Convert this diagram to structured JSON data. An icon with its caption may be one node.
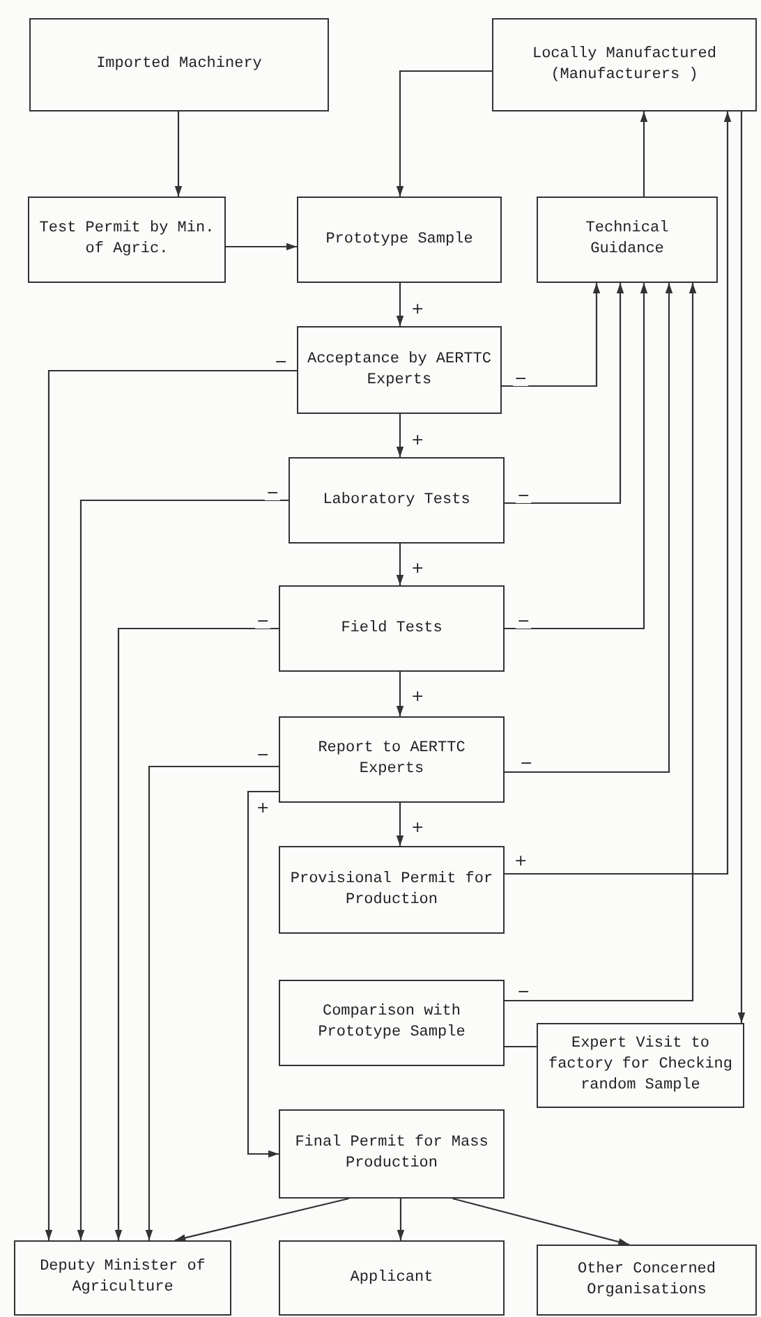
{
  "diagram": {
    "nodes": [
      {
        "text": [
          "Imported Machinery"
        ]
      },
      {
        "text": [
          "Locally Manufactured (Manufacturers )"
        ]
      },
      {
        "text": [
          "Test Permit by Min. of Agric."
        ]
      },
      {
        "text": [
          "Prototype Sample"
        ]
      },
      {
        "text": [
          "Technical Guidance"
        ]
      },
      {
        "text": [
          "Acceptance by AERTTC Experts"
        ]
      },
      {
        "text": [
          "Laboratory Tests"
        ]
      },
      {
        "text": [
          "Field Tests"
        ]
      },
      {
        "text": [
          "Report to AERTTC Experts"
        ]
      },
      {
        "text": [
          "Provisional Permit for Production"
        ]
      },
      {
        "text": [
          "Comparison with Prototype Sample"
        ]
      },
      {
        "text": [
          "Expert Visit to factory for Checking random Sample"
        ]
      },
      {
        "text": [
          "Final Permit for Mass Production"
        ]
      },
      {
        "text": [
          "Deputy Minister of Agriculture"
        ]
      },
      {
        "text": [
          "Applicant"
        ]
      },
      {
        "text": [
          "Other Concerned Organisations"
        ]
      }
    ],
    "edges": [
      {
        "from": 0,
        "to": 2,
        "arrow": "to"
      },
      {
        "from": 1,
        "to": 3,
        "arrow": "to"
      },
      {
        "from": 2,
        "to": 3,
        "arrow": "to"
      },
      {
        "from": 4,
        "to": 1,
        "arrow": "to"
      },
      {
        "from": 3,
        "to": 5,
        "arrow": "to",
        "label": "+"
      },
      {
        "from": 5,
        "to": 13,
        "arrow": "to",
        "label": "−"
      },
      {
        "from": 5,
        "to": 4,
        "arrow": "to",
        "label": "−"
      },
      {
        "from": 5,
        "to": 6,
        "arrow": "to",
        "label": "+"
      },
      {
        "from": 6,
        "to": 13,
        "arrow": "to",
        "label": "−"
      },
      {
        "from": 6,
        "to": 4,
        "arrow": "to",
        "label": "−"
      },
      {
        "from": 6,
        "to": 7,
        "arrow": "to",
        "label": "+"
      },
      {
        "from": 7,
        "to": 13,
        "arrow": "to",
        "label": "−"
      },
      {
        "from": 7,
        "to": 4,
        "arrow": "to",
        "label": "−"
      },
      {
        "from": 7,
        "to": 8,
        "arrow": "to",
        "label": "+"
      },
      {
        "from": 8,
        "to": 13,
        "arrow": "to",
        "label": "−"
      },
      {
        "from": 8,
        "to": 4,
        "arrow": "to",
        "label": "−"
      },
      {
        "from": 8,
        "to": 12,
        "arrow": "to",
        "label": "+"
      },
      {
        "from": 8,
        "to": 9,
        "arrow": "to",
        "label": "+"
      },
      {
        "from": 9,
        "to": 1,
        "arrow": "to",
        "label": "+"
      },
      {
        "from": 10,
        "to": 4,
        "arrow": "to",
        "label": "−"
      },
      {
        "from": 10,
        "to": 11,
        "arrow": "none"
      },
      {
        "from": 1,
        "to": 11,
        "arrow": "to"
      },
      {
        "from": 12,
        "to": 13,
        "arrow": "to"
      },
      {
        "from": 12,
        "to": 14,
        "arrow": "to"
      },
      {
        "from": 12,
        "to": 15,
        "arrow": "to"
      }
    ]
  }
}
